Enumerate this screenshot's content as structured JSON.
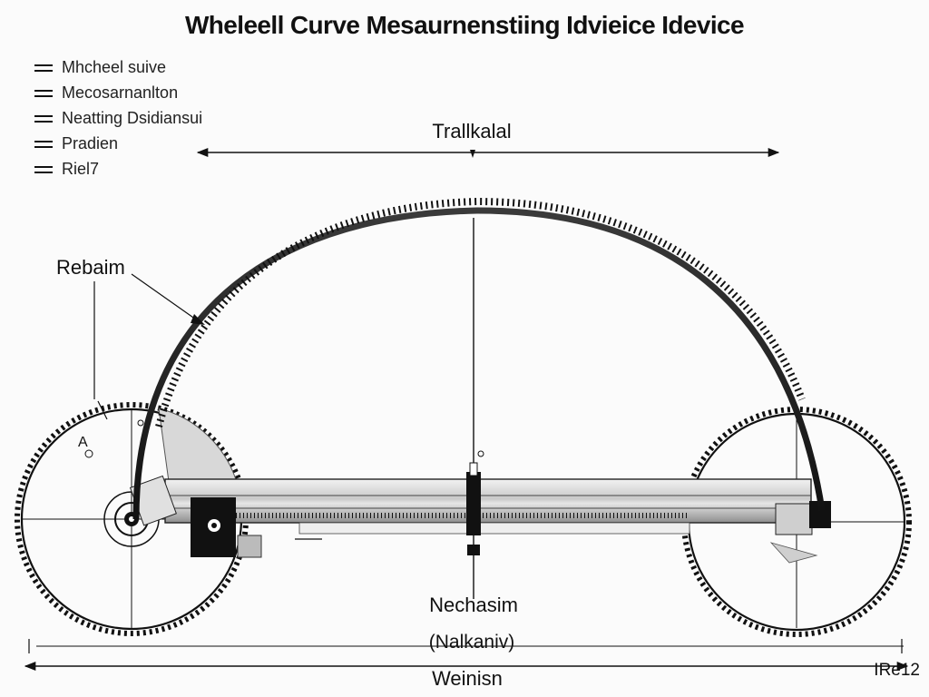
{
  "title": "Wheleell Curve Mesaurnenstiing Idvieice Idevice",
  "legend": {
    "items": [
      {
        "label": "Mhcheel suive"
      },
      {
        "label": "Mecosarnanlton"
      },
      {
        "label": "Neatting Dsidiansui"
      },
      {
        "label": "Pradien"
      },
      {
        "label": "Riel7"
      }
    ]
  },
  "labels": {
    "top_arrow": "Trallkalal",
    "left_pointer": "Rebaim",
    "center_bottom": "Nechasim",
    "center_paren": "(Nalkaniv)",
    "bottom": "Weinisn",
    "corner": "IRe12",
    "left_wheel_tag": "A"
  },
  "colors": {
    "ink": "#111111",
    "steel_light": "#dcdcdc",
    "steel_mid": "#9a9a9a",
    "paper": "#fbfbfb"
  }
}
